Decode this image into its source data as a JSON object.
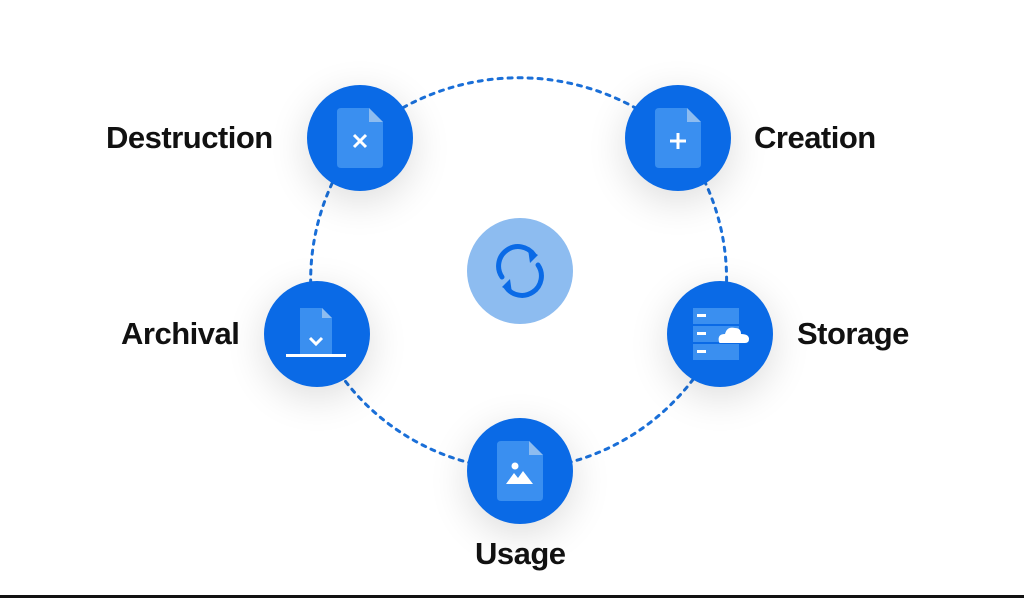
{
  "title": "Document lifecycle",
  "stages": {
    "creation": {
      "label": "Creation",
      "icon": "file-plus-icon"
    },
    "storage": {
      "label": "Storage",
      "icon": "server-cloud-icon"
    },
    "usage": {
      "label": "Usage",
      "icon": "file-image-icon"
    },
    "archival": {
      "label": "Archival",
      "icon": "file-archive-icon"
    },
    "destruction": {
      "label": "Destruction",
      "icon": "file-delete-icon"
    }
  },
  "center": {
    "icon": "refresh-cycle-icon"
  },
  "colors": {
    "node": "#0a6ae6",
    "doc": "#3a8ff0",
    "center": "#8dbcf0",
    "dashes": "#1a6fd8"
  }
}
